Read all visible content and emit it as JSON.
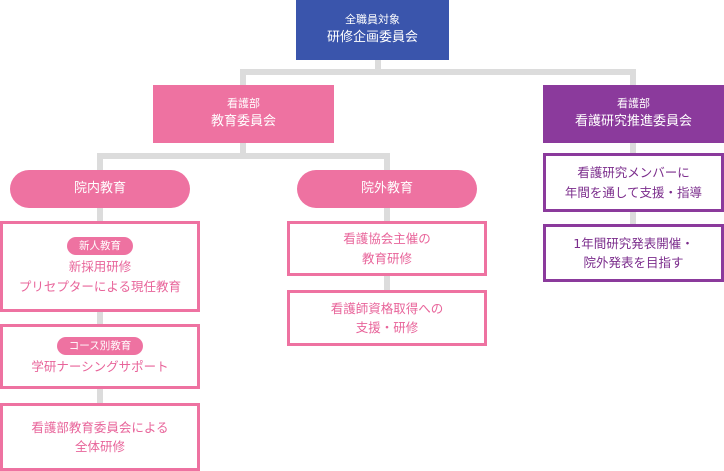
{
  "top": {
    "line1": "全職員対象",
    "line2": "研修企画委員会"
  },
  "edu_committee": {
    "line1": "看護部",
    "line2": "教育委員会"
  },
  "research_committee": {
    "line1": "看護部",
    "line2": "看護研究推進委員会"
  },
  "inside": {
    "label": "院内教育",
    "items": [
      {
        "tag": "新人教育",
        "line1": "新採用研修",
        "line2": "プリセプターによる現任教育"
      },
      {
        "tag": "コース別教育",
        "line1": "学研ナーシングサポート"
      },
      {
        "line1": "看護部教育委員会による",
        "line2": "全体研修"
      }
    ]
  },
  "outside": {
    "label": "院外教育",
    "items": [
      {
        "line1": "看護協会主催の",
        "line2": "教育研修"
      },
      {
        "line1": "看護師資格取得への",
        "line2": "支援・研修"
      }
    ]
  },
  "research": {
    "items": [
      {
        "line1": "看護研究メンバーに",
        "line2": "年間を通して支援・指導"
      },
      {
        "line1": "1年間研究発表開催・",
        "line2": "院外発表を目指す"
      }
    ]
  },
  "colors": {
    "navy": "#3a55ac",
    "pink": "#ee72a1",
    "purple": "#8b3a9c",
    "connector": "#dcdcdc"
  }
}
